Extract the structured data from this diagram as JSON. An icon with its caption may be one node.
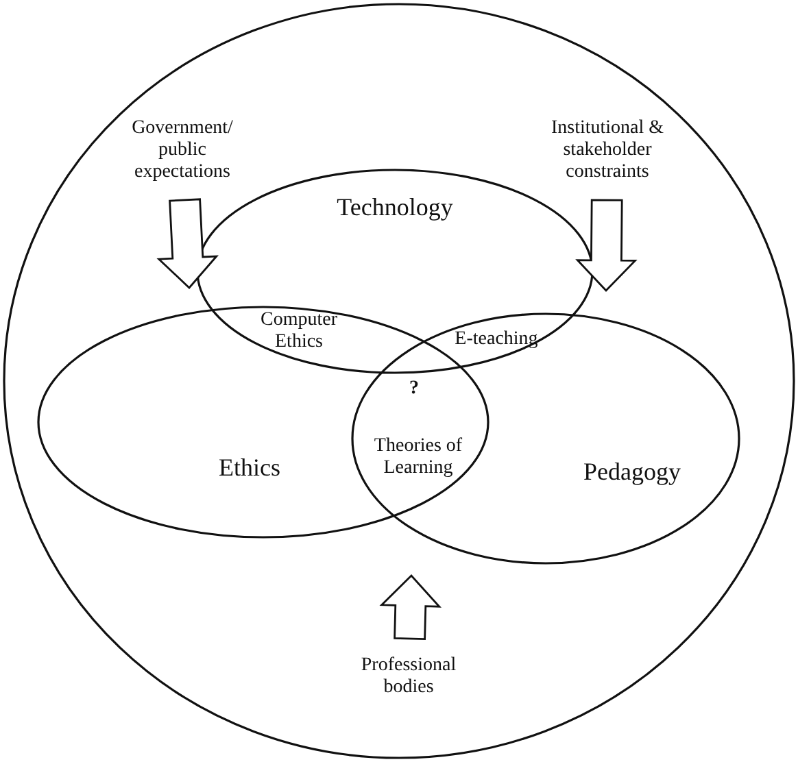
{
  "diagram": {
    "nodes": [
      {
        "text": [],
        "shape": "circle"
      },
      {
        "text": [
          "Government/ public expectations"
        ],
        "in": 0
      },
      {
        "text": [
          "Institutional & stakeholder constraints"
        ],
        "in": 0
      },
      {
        "text": [
          "Technology"
        ],
        "in": 0
      },
      {
        "text": [
          "Ethics"
        ],
        "in": 0
      },
      {
        "text": [
          "Pedagogy"
        ],
        "in": 0
      },
      {
        "text": [
          "Professional bodies"
        ],
        "in": 0
      }
    ],
    "edges": [
      {
        "from": 1,
        "to": null,
        "arrow": "to"
      },
      {
        "from": 2,
        "to": null,
        "arrow": "to"
      },
      {
        "from": 6,
        "to": null,
        "arrow": "to"
      }
    ],
    "labels": [
      "Computer Ethics",
      "E-teaching",
      "?",
      "Theories of Learning"
    ]
  }
}
